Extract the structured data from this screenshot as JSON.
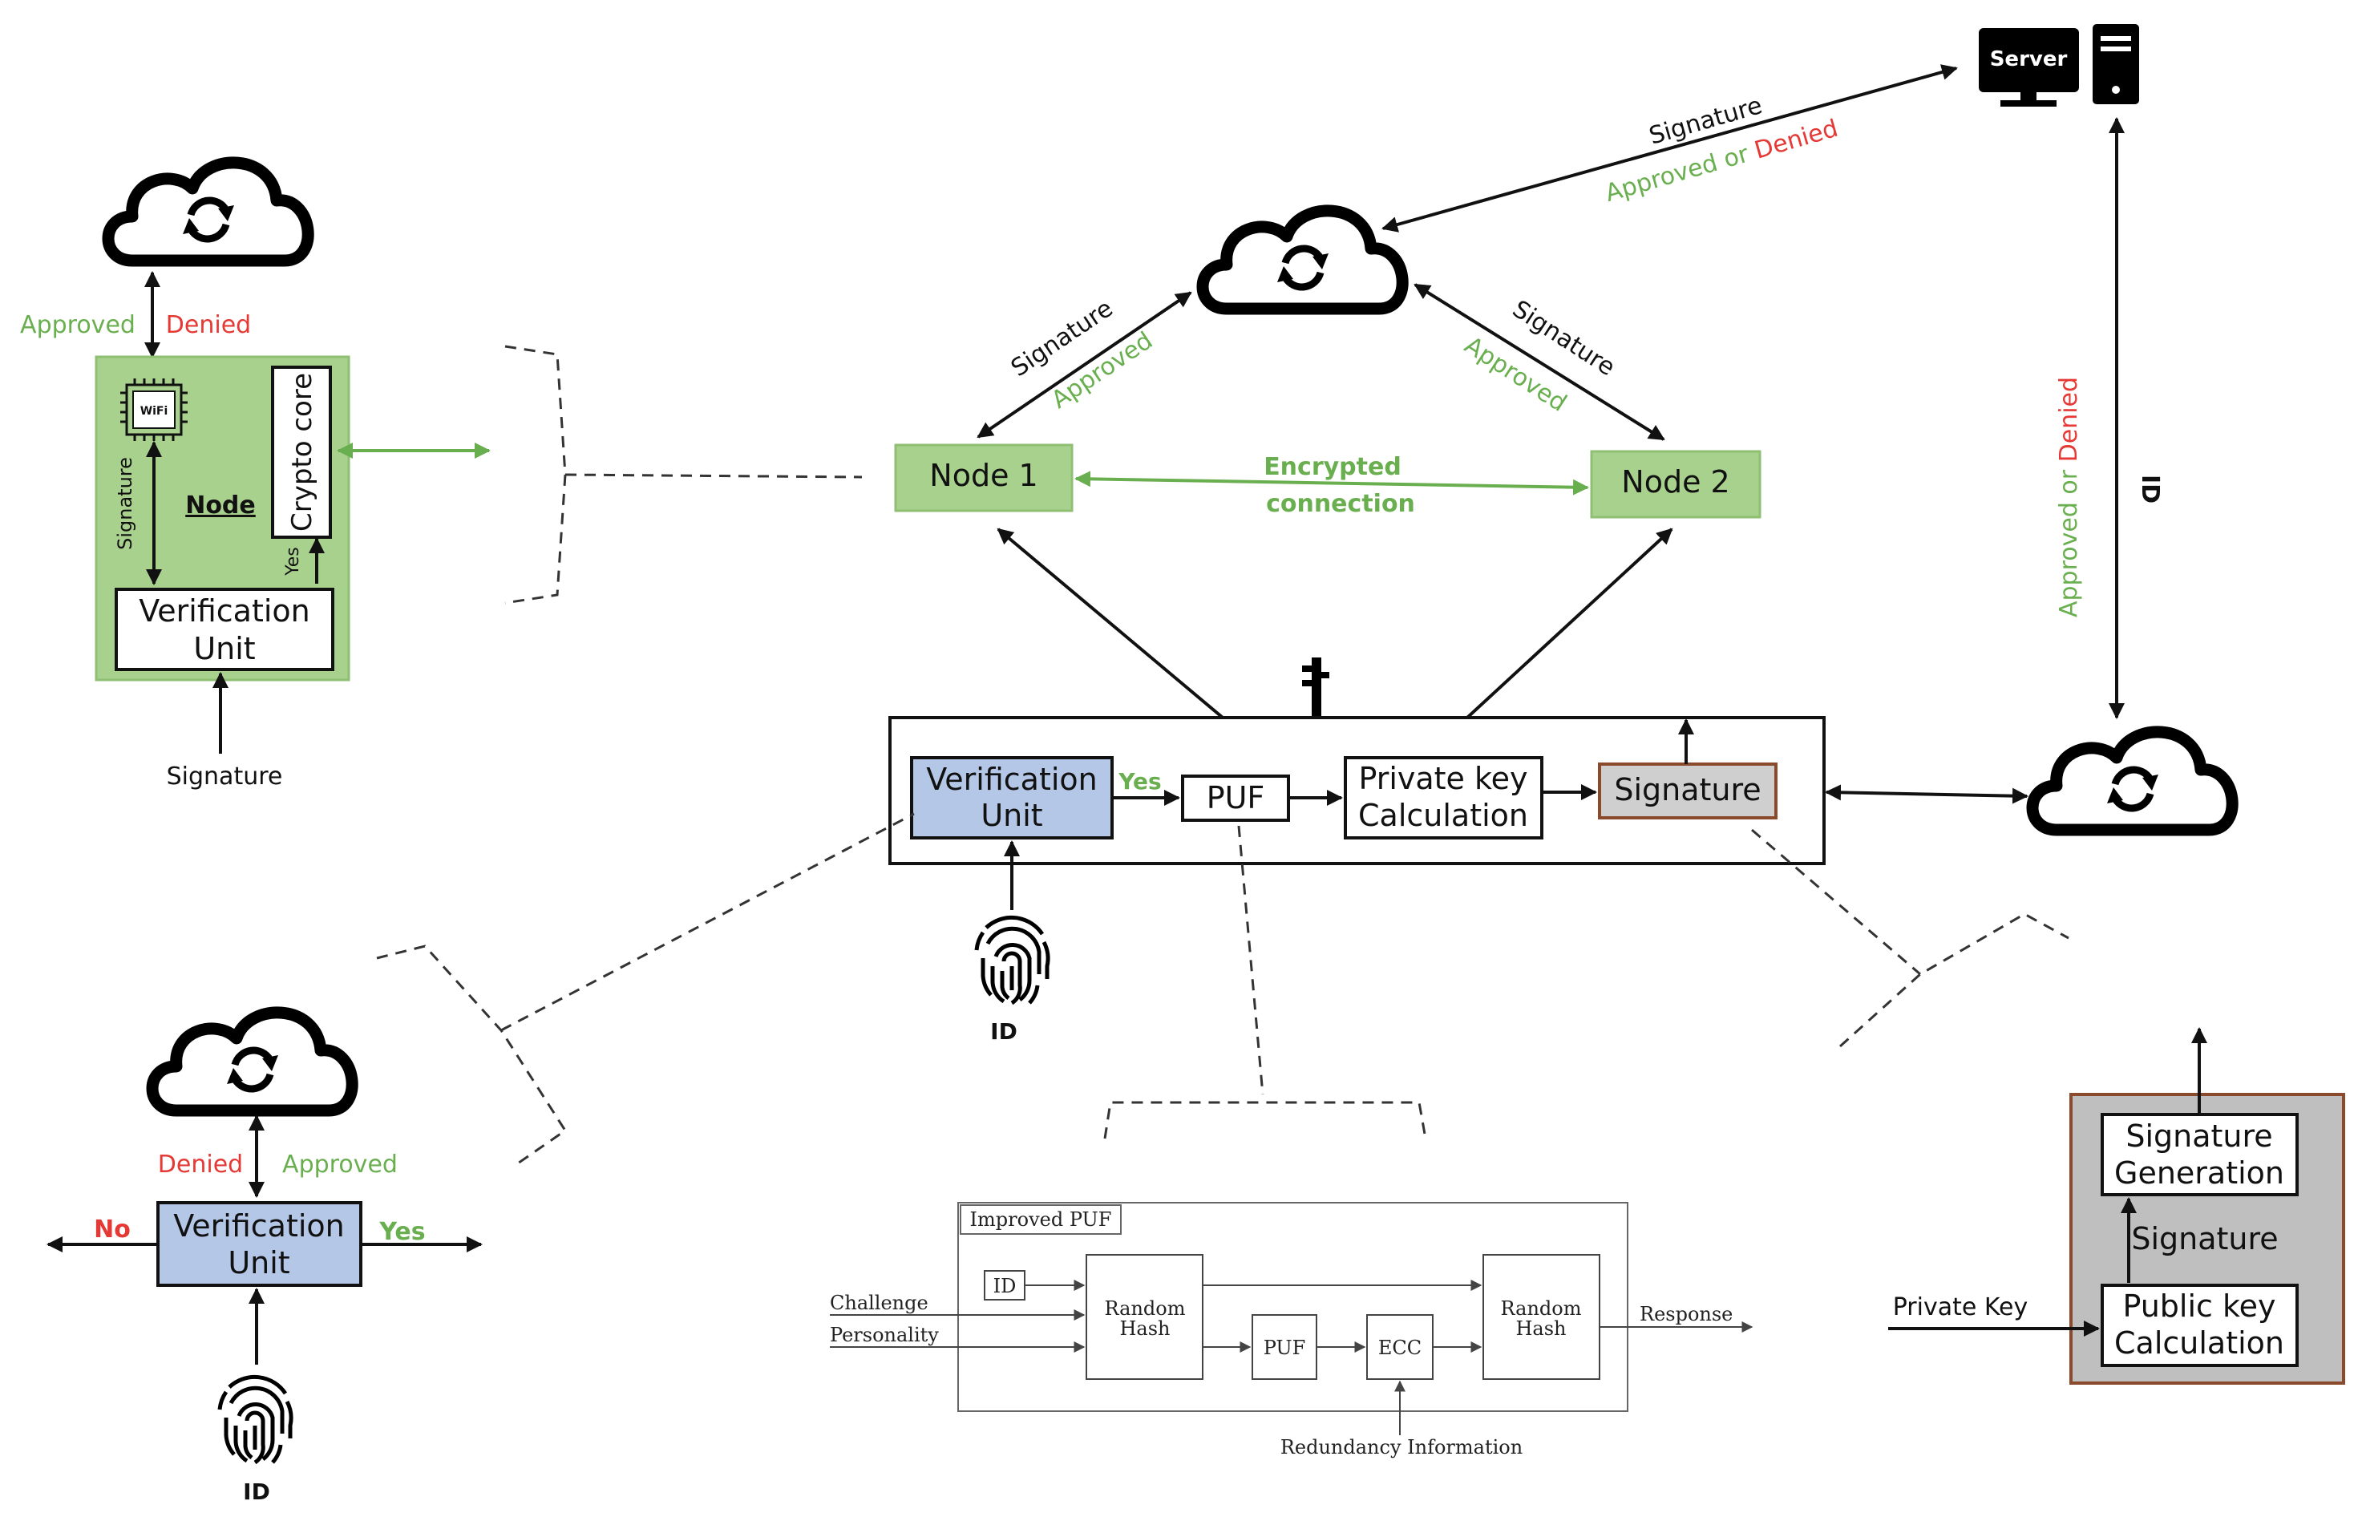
{
  "colors": {
    "green": "#6aaf4f",
    "red": "#e53935",
    "node_fill": "#a9d18e",
    "node_panel": "#a9d18e",
    "verify_fill": "#b4c7e7",
    "signature_fill": "#cfcfcf",
    "gray_panel": "#bfbfbf",
    "brown_border": "#8b4a2b"
  },
  "icons": [
    "cloud-sync-icon",
    "server-monitor-icon",
    "server-tower-icon",
    "chip-icon",
    "key-icon",
    "fingerprint-icon"
  ],
  "server": {
    "label": "Server"
  },
  "top_link": {
    "signature": "Signature",
    "approved": "Approved",
    "or": " or ",
    "denied": "Denied"
  },
  "cloud_node1_link": {
    "signature": "Signature",
    "approved": "Approved"
  },
  "cloud_node2_link": {
    "signature": "Signature",
    "approved": "Approved"
  },
  "node1": {
    "label": "Node 1"
  },
  "node2": {
    "label": "Node 2"
  },
  "encrypted": {
    "line1": "Encrypted",
    "line2": "connection"
  },
  "right_link": {
    "approved": "Approved",
    "or": " or ",
    "denied": "Denied",
    "id": "ID"
  },
  "main": {
    "verification_line1": "Verification",
    "verification_line2": "Unit",
    "yes": "Yes",
    "puf": "PUF",
    "private_key_line1": "Private key",
    "private_key_line2": "Calculation",
    "signature": "Signature",
    "id": "ID"
  },
  "node_panel": {
    "approved": "Approved",
    "denied": "Denied",
    "chip": "WiFi",
    "crypto_core": "Crypto core",
    "signature_vertical": "Signature",
    "node": "Node",
    "yes": "Yes",
    "verification_line1": "Verification",
    "verification_line2": "Unit",
    "signature_input": "Signature"
  },
  "vu_detail": {
    "denied": "Denied",
    "approved": "Approved",
    "no": "No",
    "yes": "Yes",
    "verification_line1": "Verification",
    "verification_line2": "Unit",
    "id": "ID"
  },
  "puf_detail": {
    "title": "Improved PUF",
    "id": "ID",
    "challenge": "Challenge",
    "personality": "Personality",
    "random_hash_1_line1": "Random",
    "random_hash_1_line2": "Hash",
    "puf": "PUF",
    "ecc": "ECC",
    "random_hash_2_line1": "Random",
    "random_hash_2_line2": "Hash",
    "response": "Response",
    "redundancy": "Redundancy Information"
  },
  "sig_detail": {
    "signature_generation_line1": "Signature",
    "signature_generation_line2": "Generation",
    "signature": "Signature",
    "private_key": "Private Key",
    "public_key_line1": "Public key",
    "public_key_line2": "Calculation"
  }
}
